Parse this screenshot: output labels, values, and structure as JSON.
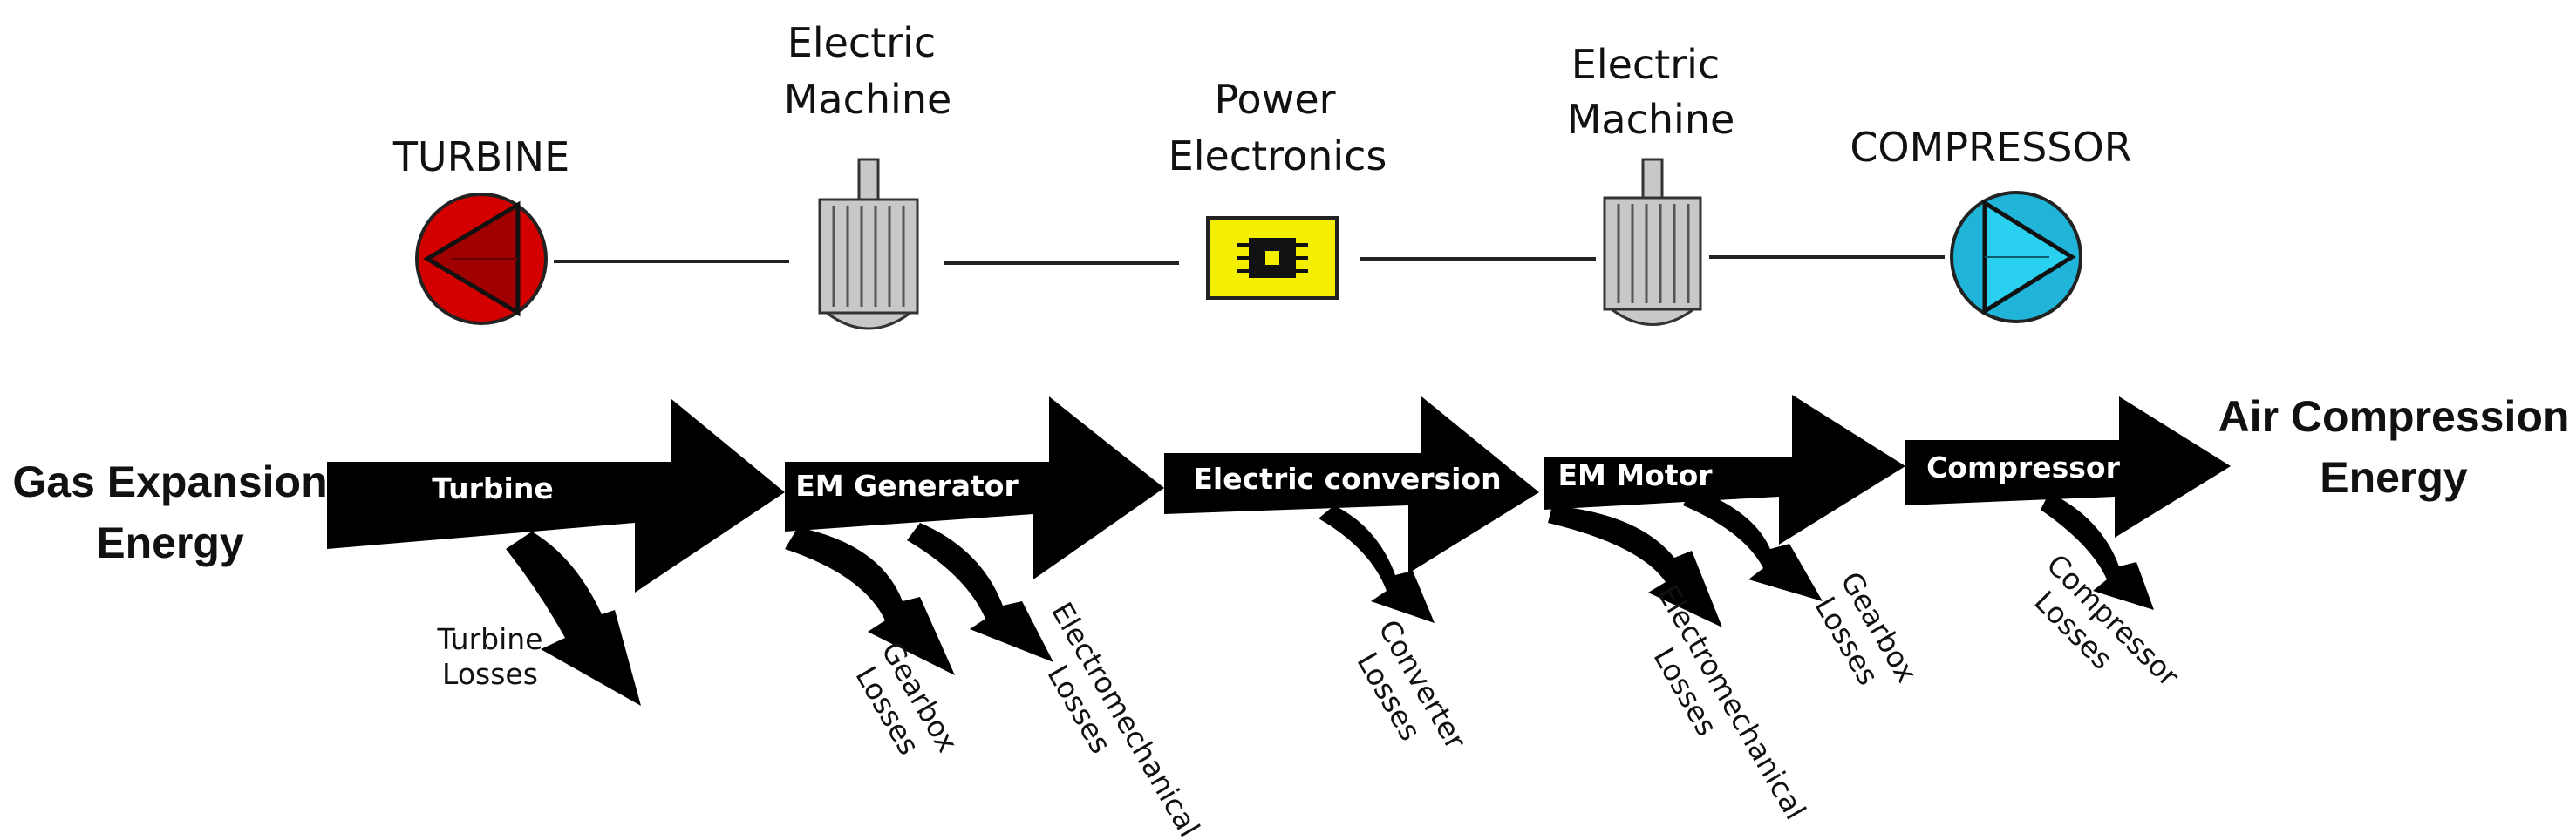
{
  "components": {
    "turbine": "TURBINE",
    "em1_line1": "Electric",
    "em1_line2": "Machine",
    "pe_line1": "Power",
    "pe_line2": "Electronics",
    "em2_line1": "Electric",
    "em2_line2": "Machine",
    "compressor": "COMPRESSOR"
  },
  "energy": {
    "input_line1": "Gas Expansion",
    "input_line2": "Energy",
    "output_line1": "Air Compression",
    "output_line2": "Energy"
  },
  "stages": {
    "turbine": "Turbine",
    "generator": "EM Generator",
    "conversion": "Electric conversion",
    "motor": "EM Motor",
    "compressor": "Compressor"
  },
  "losses": {
    "turbine_1": "Turbine",
    "turbine_2": "Losses",
    "gearbox1_1": "Gearbox",
    "gearbox1_2": "Losses",
    "electromech1_1": "Electromechanical",
    "electromech1_2": "Losses",
    "converter_1": "Converter",
    "converter_2": "Losses",
    "electromech2_1": "Electromechanical",
    "electromech2_2": "Losses",
    "gearbox2_1": "Gearbox",
    "gearbox2_2": "Losses",
    "compressor_1": "Compressor",
    "compressor_2": "Losses"
  },
  "colors": {
    "turbine": "#d40000",
    "compressor": "#1fb4d8",
    "power_electronics": "#f4ef00",
    "machine_body": "#c8c8c8",
    "arrow": "#000000"
  },
  "icons": [
    "turbine-icon",
    "electric-machine-icon",
    "power-electronics-icon",
    "compressor-icon"
  ]
}
